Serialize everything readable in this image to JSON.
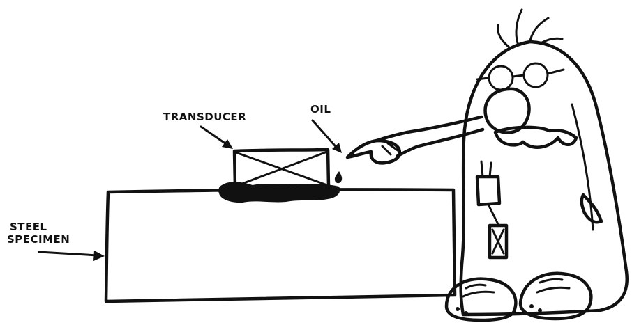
{
  "diagram": {
    "labels": {
      "transducer": "TRANSDUCER",
      "oil": "OIL",
      "specimen_line1": "STEEL",
      "specimen_line2": "SPECIMEN"
    },
    "colors": {
      "ink": "#111111",
      "background": "#ffffff"
    },
    "icons": {
      "arrow": "arrow-icon",
      "oil_drop": "oil-drop-icon",
      "character": "scientist-cartoon"
    }
  }
}
